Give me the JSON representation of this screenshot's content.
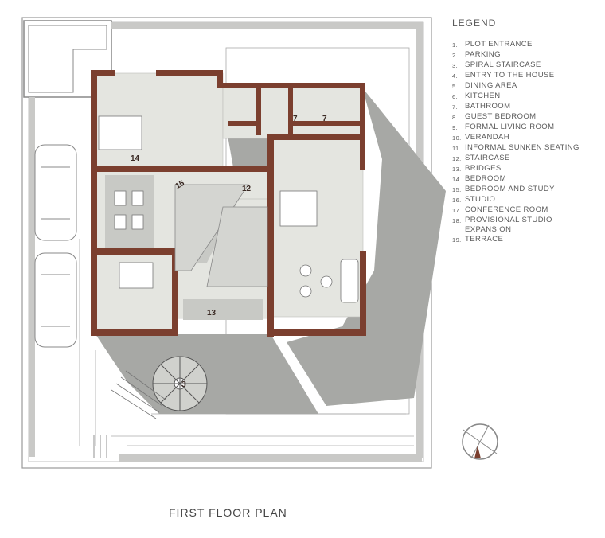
{
  "legend": {
    "title": "LEGEND",
    "items": [
      {
        "num": "1.",
        "label": "PLOT ENTRANCE"
      },
      {
        "num": "2.",
        "label": "PARKING"
      },
      {
        "num": "3.",
        "label": "SPIRAL STAIRCASE"
      },
      {
        "num": "4.",
        "label": "ENTRY TO THE HOUSE"
      },
      {
        "num": "5.",
        "label": "DINING AREA"
      },
      {
        "num": "6.",
        "label": "KITCHEN"
      },
      {
        "num": "7.",
        "label": "BATHROOM"
      },
      {
        "num": "8.",
        "label": "GUEST BEDROOM"
      },
      {
        "num": "9.",
        "label": "FORMAL LIVING ROOM"
      },
      {
        "num": "10.",
        "label": "VERANDAH"
      },
      {
        "num": "11.",
        "label": "INFORMAL SUNKEN SEATING"
      },
      {
        "num": "12.",
        "label": "STAIRCASE"
      },
      {
        "num": "13.",
        "label": "BRIDGES"
      },
      {
        "num": "14.",
        "label": "BEDROOM"
      },
      {
        "num": "15.",
        "label": "BEDROOM AND STUDY"
      },
      {
        "num": "16.",
        "label": "STUDIO"
      },
      {
        "num": "17.",
        "label": "CONFERENCE ROOM"
      },
      {
        "num": "18.",
        "label": "PROVISIONAL STUDIO EXPANSION"
      },
      {
        "num": "19.",
        "label": "TERRACE"
      }
    ]
  },
  "room_labels": {
    "bathroom_a": "7",
    "bathroom_b": "7",
    "bedroom": "14",
    "bedroom_study": "15",
    "staircase": "12",
    "bridges": "13",
    "spiral_staircase": "3"
  },
  "caption": "FIRST FLOOR PLAN",
  "colors": {
    "wall": "#7b3f2f",
    "floor": "#e4e5e0",
    "shadow": "#a9aaa7",
    "line": "#9a9a9a"
  }
}
